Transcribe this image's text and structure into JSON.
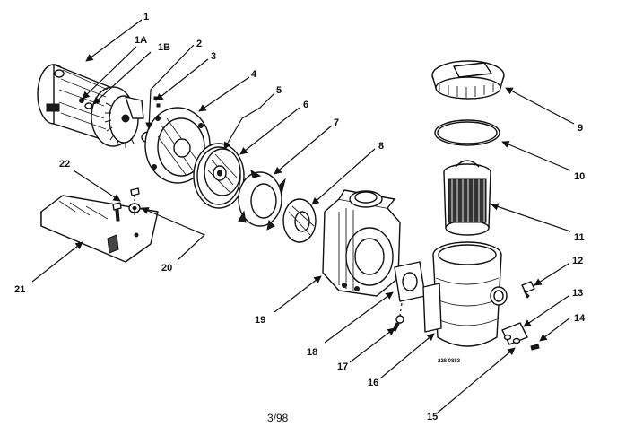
{
  "callouts": {
    "p1": "1",
    "p1a": "1A",
    "p1b": "1B",
    "p2": "2",
    "p3": "3",
    "p4": "4",
    "p5": "5",
    "p6": "6",
    "p7": "7",
    "p8": "8",
    "p9": "9",
    "p10": "10",
    "p11": "11",
    "p12": "12",
    "p13": "13",
    "p14": "14",
    "p15": "15",
    "p16": "16",
    "p17": "17",
    "p18": "18",
    "p19": "19",
    "p20": "20",
    "p21": "21",
    "p22": "22"
  },
  "drawing_code": "228 0883",
  "footer_date": "3/98"
}
